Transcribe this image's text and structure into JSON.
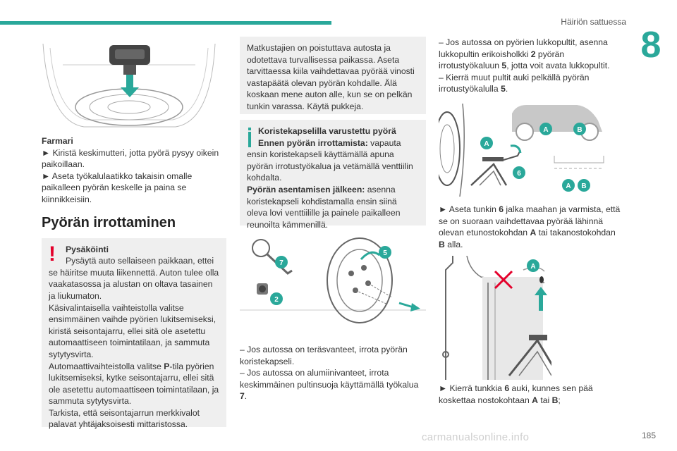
{
  "header": {
    "section": "Häiriön sattuessa",
    "chapter": "8",
    "page": "185"
  },
  "watermark": "carmanualsonline.info",
  "col1": {
    "farmari_title": "Farmari",
    "farmari_step1": "► Kiristä keskimutteri, jotta pyörä pysyy oikein paikoillaan.",
    "farmari_step2": "► Aseta työkalulaatikko takaisin omalle paikalleen pyörän keskelle ja paina se kiinnikkeisiin.",
    "heading": "Pyörän irrottaminen",
    "warning": {
      "title": "Pysäköinti",
      "first_line": "Pysäytä auto sellaiseen paikkaan, ettei",
      "body1": "se häiritse muuta liikennettä. Auton tulee olla vaakatasossa ja alustan on oltava tasainen ja liukumaton.",
      "body2": "Käsivalintaisella vaihteistolla valitse ensimmäinen vaihde pyörien lukitsemiseksi, kiristä seisontajarru, ellei sitä ole asetettu automaattiseen toimintatilaan, ja sammuta sytytysvirta.",
      "body3_pre": "Automaattivaihteistolla valitse ",
      "body3_p": "P",
      "body3_post": "-tila pyörien lukitsemiseksi, kytke seisontajarru, ellei sitä ole asetettu automaattiseen toimintatilaan, ja sammuta sytytysvirta.",
      "body4": "Tarkista, että seisontajarrun merkkivalot palavat yhtäjaksoisesti mittaristossa."
    }
  },
  "col2": {
    "safety_box": "Matkustajien on poistuttava autosta ja odotettava turvallisessa paikassa. Aseta tarvittaessa kiila vaihdettavaa pyörää vinosti vastapäätä olevan pyörän kohdalle. Älä koskaan mene auton alle, kun se on pelkän tunkin varassa. Käytä pukkeja.",
    "info": {
      "title_line1": "Koristekapselilla varustettu pyörä",
      "title_line2_bold": "Ennen pyörän irrottamista:",
      "title_line2_rest": " vapauta",
      "body1": "ensin koristekapseli käyttämällä apuna pyörän irrotustyökalua ja vetämällä venttiilin kohdalta.",
      "after_bold": "Pyörän asentamisen jälkeen:",
      "after_rest": " asenna koristekapseli kohdistamalla ensin siinä oleva lovi venttiilille ja painele paikalleen reunoilta kämmenillä."
    },
    "step_steel": "– Jos autossa on teräsvanteet, irrota pyörän koristekapseli.",
    "step_alu_pre": "– Jos autossa on alumiinivanteet, irrota keskimmäinen pultinsuoja käyttämällä työkalua ",
    "step_alu_num": "7",
    "step_alu_post": "."
  },
  "col3": {
    "lock_pre": "– Jos autossa on pyörien lukkopultit, asenna lukkopultin erikoisholkki ",
    "lock_2": "2",
    "lock_mid": " pyörän irrotustyökaluun ",
    "lock_5": "5",
    "lock_post": ", jotta voit avata lukkopultit.",
    "loosen_pre": "– Kierrä muut pultit auki pelkällä pyörän irrotustyökalulla ",
    "loosen_5": "5",
    "loosen_post": ".",
    "jack_pre": "► Aseta tunkin ",
    "jack_6": "6",
    "jack_mid": " jalka maahan ja varmista, että se on suoraan vaihdettavaa pyörää lähinnä olevan etunostokohdan ",
    "jack_A": "A",
    "jack_or": " tai takanostokohdan ",
    "jack_B": "B",
    "jack_post": " alla.",
    "turn_pre": "► Kierrä tunkkia ",
    "turn_6": "6",
    "turn_mid": " auki, kunnes sen pää koskettaa nostokohtaan ",
    "turn_A": "A",
    "turn_or": " tai ",
    "turn_B": "B",
    "turn_post": ";"
  },
  "labels": {
    "A": "A",
    "B": "B",
    "two": "2",
    "five": "5",
    "six": "6",
    "seven": "7"
  },
  "colors": {
    "accent": "#2aa89a",
    "warning": "#e4002b",
    "box_bg": "#efefef",
    "cross": "#e4002b"
  }
}
